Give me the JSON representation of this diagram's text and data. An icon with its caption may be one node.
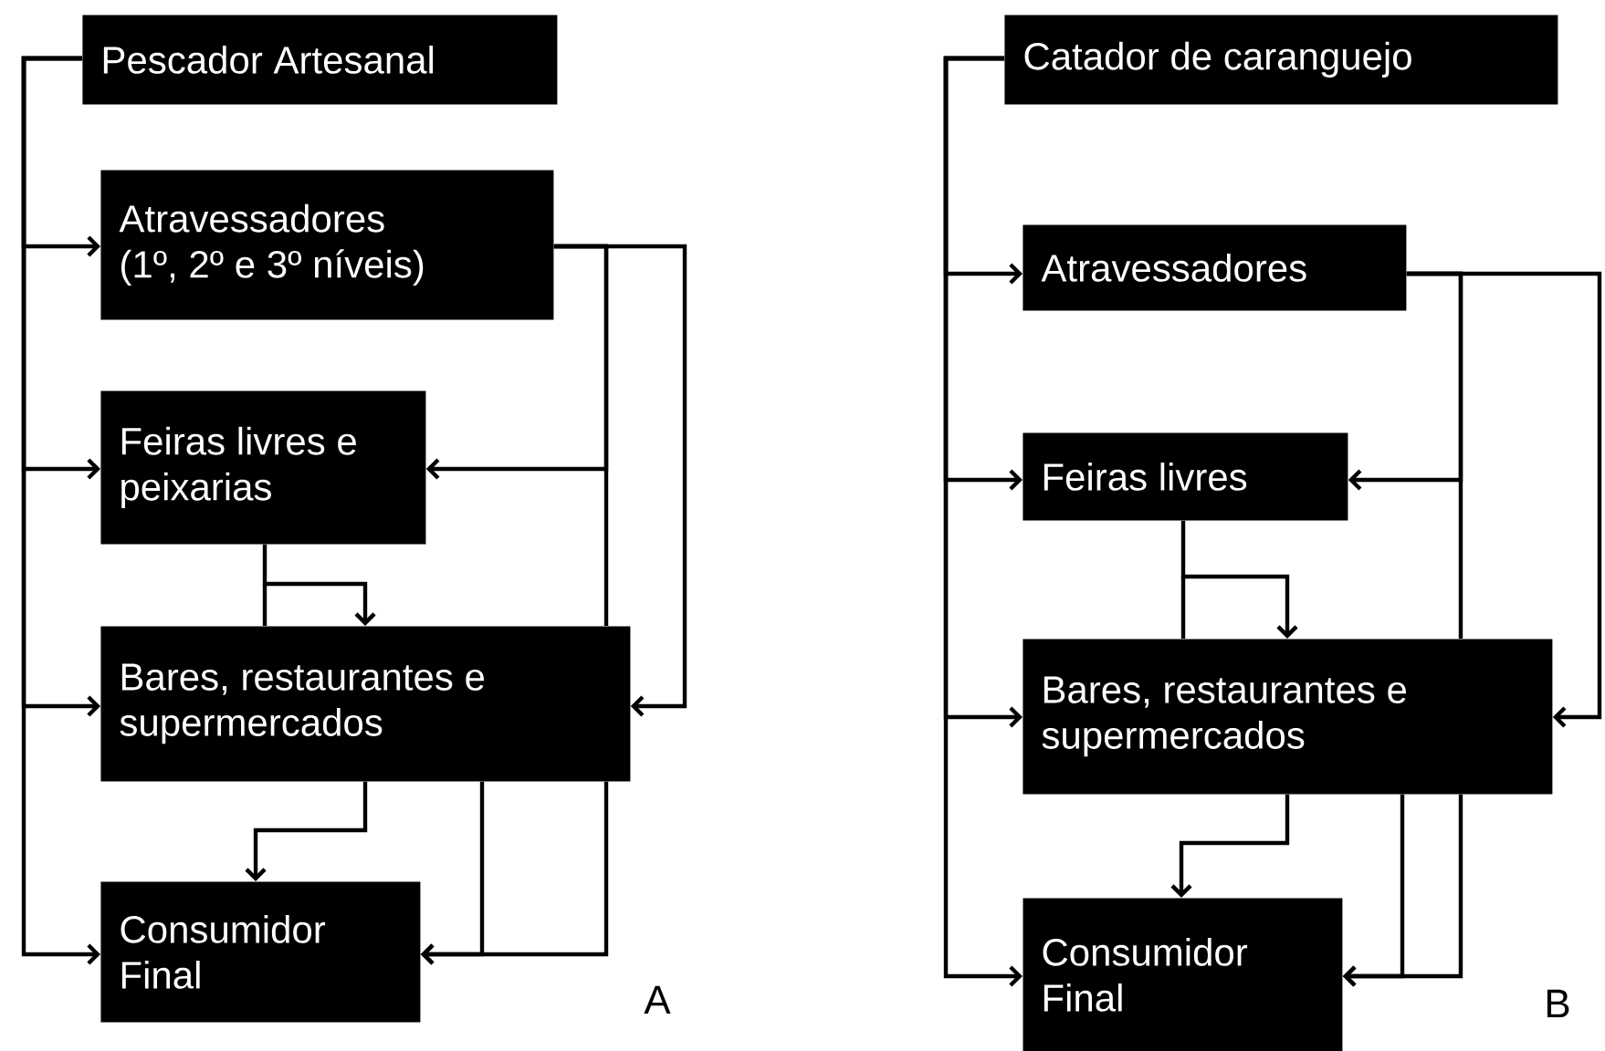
{
  "diagram": {
    "nodes": [
      {
        "text": [
          "Pescador Artesanal"
        ]
      },
      {
        "text": [
          "Atravessadores (1º, 2º e 3º níveis)"
        ]
      },
      {
        "text": [
          "Feiras livres e peixarias"
        ]
      },
      {
        "text": [
          "Bares, restaurantes e supermercados"
        ]
      },
      {
        "text": [
          "Consumidor Final"
        ]
      },
      {
        "text": [
          "Catador de caranguejo"
        ]
      },
      {
        "text": [
          "Atravessadores"
        ]
      },
      {
        "text": [
          "Feiras livres"
        ]
      },
      {
        "text": [
          "Bares, restaurantes e supermercados"
        ]
      },
      {
        "text": [
          "Consumidor Final"
        ]
      }
    ],
    "edges": [
      {
        "from": 0,
        "to": 1,
        "arrow": "to"
      },
      {
        "from": 0,
        "to": 2,
        "arrow": "to"
      },
      {
        "from": 0,
        "to": 3,
        "arrow": "to"
      },
      {
        "from": 0,
        "to": 4,
        "arrow": "to"
      },
      {
        "from": 1,
        "to": 2,
        "arrow": "to"
      },
      {
        "from": 1,
        "to": 3,
        "arrow": "to"
      },
      {
        "from": 1,
        "to": 3,
        "arrow": "none"
      },
      {
        "from": 2,
        "to": 3,
        "arrow": "to"
      },
      {
        "from": 3,
        "to": 4,
        "arrow": "to"
      },
      {
        "from": 3,
        "to": 4,
        "arrow": "to"
      },
      {
        "from": 3,
        "to": 4,
        "arrow": "to"
      },
      {
        "from": 5,
        "to": 6,
        "arrow": "to"
      },
      {
        "from": 5,
        "to": 7,
        "arrow": "to"
      },
      {
        "from": 5,
        "to": 8,
        "arrow": "to"
      },
      {
        "from": 5,
        "to": 9,
        "arrow": "to"
      },
      {
        "from": 6,
        "to": 7,
        "arrow": "to"
      },
      {
        "from": 6,
        "to": 8,
        "arrow": "to"
      },
      {
        "from": 6,
        "to": 8,
        "arrow": "none"
      },
      {
        "from": 7,
        "to": 8,
        "arrow": "to"
      },
      {
        "from": 8,
        "to": 9,
        "arrow": "to"
      },
      {
        "from": 8,
        "to": 9,
        "arrow": "to"
      },
      {
        "from": 8,
        "to": 9,
        "arrow": "to"
      }
    ],
    "labels": [
      "A",
      "B"
    ]
  }
}
